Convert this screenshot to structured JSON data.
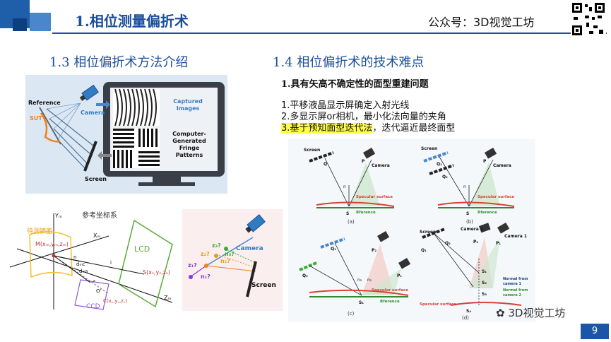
{
  "header": {
    "title": "1.相位测量偏折术",
    "account": "公众号：3D视觉工坊"
  },
  "left": {
    "section_title": "1.3 相位偏折术方法介绍",
    "fig1": {
      "reference": "Reference",
      "sut": "SUT",
      "camera": "Camera",
      "screen": "Screen",
      "captured": [
        "Captured",
        "Images"
      ],
      "generated": [
        "Computer-",
        "Generated",
        "Fringe",
        "Patterns"
      ]
    },
    "fig2": {
      "title": "参考坐标系",
      "surface": "待测镜面",
      "lcd": "LCD",
      "ccd": "CCD",
      "M": "M(xₘ,yₘ,zₘ)",
      "S": "S(xₛ,yₛ,zₛ)",
      "C": "C(x꜀,y꜀,z꜀)",
      "ym": "Yₘ",
      "xm": "Xₘ",
      "zm": "Zₘ",
      "n": "n",
      "i": "i",
      "r": "r",
      "o": "O'",
      "dmc": "dₘc",
      "dms": "dₘs"
    },
    "fig3": {
      "camera": "Camera",
      "screen": "Screen",
      "z1": "z₁?",
      "z2": "z₂?",
      "z3": "z₃?",
      "n1": "n₁?",
      "n2": "n₂?",
      "n3": "n₃?"
    }
  },
  "right": {
    "section_title": "1.4 相位偏折术的技术难点",
    "subtitle": "1.具有矢高不确定性的面型重建问题",
    "items": [
      "1.平移液晶显示屏确定入射光线",
      "2.多显示屏or相机，最小化法向量的夹角"
    ],
    "item3_highlight": "3.基于预知面型迭代法",
    "item3_rest": "，迭代逼近最终面型",
    "fig": {
      "screen": "Screen",
      "camera": "Camera",
      "camera1": "Camera 1",
      "camera2": "Camera 2",
      "specular": "Specular surface",
      "reference": "Rference",
      "normal1": [
        "Normal from",
        "camera 1"
      ],
      "normal2": [
        "Normal from",
        "camera 2"
      ],
      "Q": "Q",
      "P": "P",
      "S": "S",
      "n": "n",
      "Q1": "Q₁",
      "Q2": "Q₂",
      "P1": "P₁",
      "P2": "P₂",
      "S1": "S₁",
      "S2": "S₂",
      "S3": "S₃",
      "S4": "S₄",
      "n1": "n₁",
      "n2": "n₂",
      "a": "(a)",
      "b": "(b)",
      "c": "(c)",
      "d": "(d)"
    }
  },
  "footer": {
    "page": "9",
    "watermark": "3D视觉工坊"
  },
  "colors": {
    "brand": "#1a4f9c",
    "highlight": "#ffff44",
    "surface": "#d8413a",
    "reference": "#2e8b2e"
  }
}
